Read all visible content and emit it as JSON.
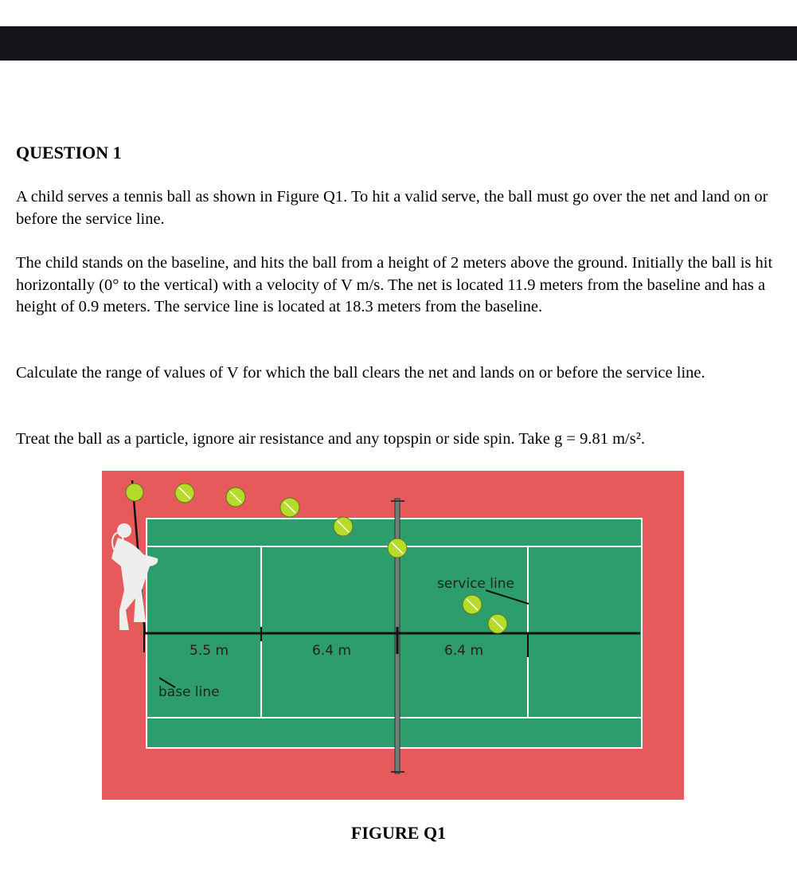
{
  "question": {
    "heading": "QUESTION 1",
    "paragraphs": [
      "A child serves a tennis ball as shown in Figure Q1. To hit a valid serve, the ball must go over the net and land on or before the service line.",
      "The child stands on the baseline, and hits the ball from a height of 2 meters above the ground. Initially the ball is hit horizontally (0° to the vertical) with a velocity of V m/s. The net is located 11.9 meters from the baseline and has a height of 0.9 meters. The service line is located at 18.3 meters from the baseline.",
      "Calculate the range of values of V for which the ball clears the net and lands on or before the service line.",
      "Treat the ball as a particle, ignore air resistance and any topspin or side spin. Take g = 9.81 m/s²."
    ]
  },
  "figure": {
    "caption": "FIGURE Q1",
    "labels": {
      "dist_1": "5.5 m",
      "dist_2": "6.4 m",
      "dist_3": "6.4 m",
      "base_line": "base line",
      "service_line": "service line"
    },
    "colors": {
      "surround": "#e65a5c",
      "court": "#2d9e6b",
      "lines": "#ffffff",
      "ball": "#b5dc2a",
      "player": "#eeeeee"
    }
  }
}
